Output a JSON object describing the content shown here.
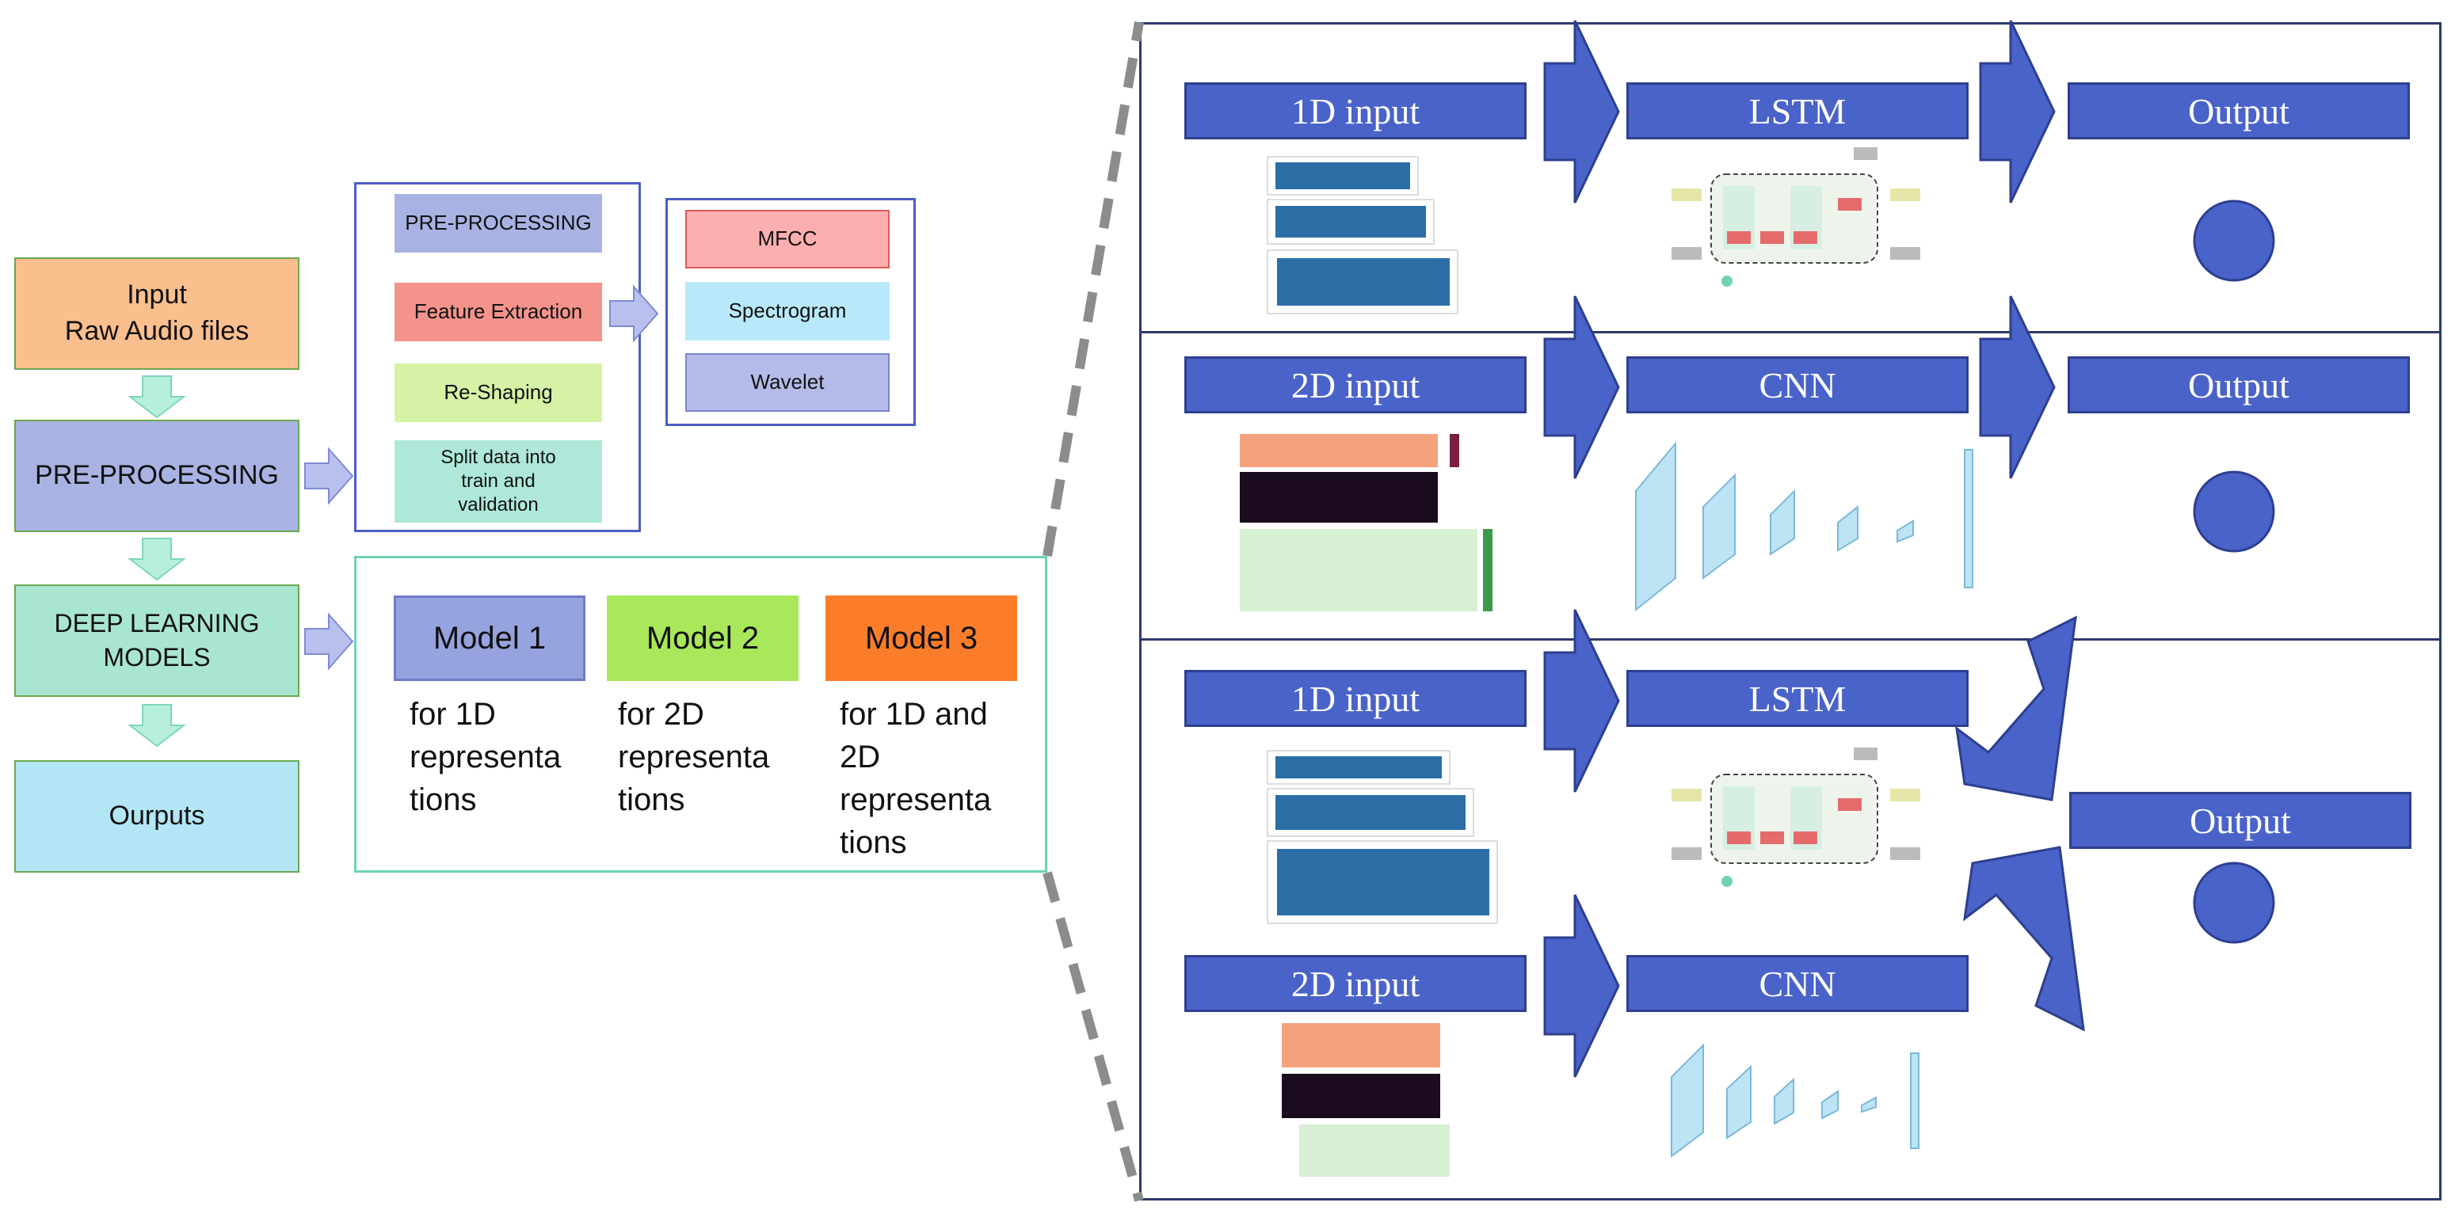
{
  "pipeline": {
    "input": "Input\nRaw Audio files",
    "preprocessing": "PRE-PROCESSING",
    "deep_learning": "DEEP LEARNING\nMODELS",
    "outputs": "Ourputs"
  },
  "preprocessing_panel": {
    "step1": "PRE-PROCESSING",
    "step2": "Feature Extraction",
    "step3": "Re-Shaping",
    "step4": "Split data into\ntrain and\nvalidation"
  },
  "features": {
    "mfcc": "MFCC",
    "spectrogram": "Spectrogram",
    "wavelet": "Wavelet"
  },
  "models": {
    "m1": {
      "label": "Model 1",
      "desc": "for 1D\nrepresenta\ntions"
    },
    "m2": {
      "label": "Model 2",
      "desc": "for 2D\nrepresenta\ntions"
    },
    "m3": {
      "label": "Model 3",
      "desc": "for 1D and\n2D\nrepresenta\ntions"
    }
  },
  "detail": {
    "row1": {
      "input": "1D input",
      "model": "LSTM",
      "output": "Output"
    },
    "row2": {
      "input": "2D input",
      "model": "CNN",
      "output": "Output"
    },
    "row3": {
      "input1": "1D input",
      "model1": "LSTM",
      "input2": "2D input",
      "model2": "CNN",
      "output": "Output"
    }
  },
  "colors": {
    "input_fill": "#fbbf8e",
    "preprocessing_fill": "#a9b3e3",
    "deep_learning_fill": "#a8e6d2",
    "outputs_fill": "#b3e6f5",
    "feature_extraction_fill": "#f4938b",
    "reshaping_fill": "#d5f2a5",
    "split_fill": "#aee8d8",
    "mfcc_fill": "#fdaeae",
    "spectrogram_fill": "#b8e9fb",
    "wavelet_fill": "#b5bbe8",
    "model1_fill": "#97a3df",
    "model2_fill": "#a8e85a",
    "model3_fill": "#fb7d2a",
    "accent_blue": "#4a63c9"
  },
  "icons": [
    "down-arrow-icon",
    "right-arrow-icon",
    "chevron-arrow-icon",
    "output-node-icon",
    "waveform-thumbnail",
    "spectrogram-thumbnail",
    "lstm-cell-diagram",
    "cnn-layers-diagram"
  ]
}
